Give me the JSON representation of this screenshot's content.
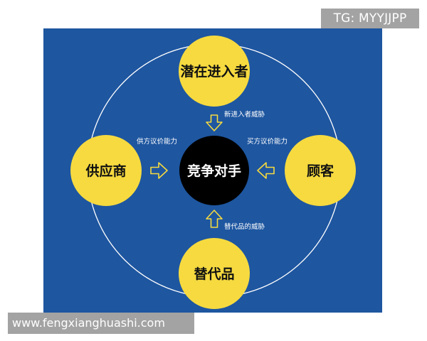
{
  "watermarks": {
    "top_right": "TG: MYYJJPP",
    "bottom_left": "www.fengxianghuashi.com"
  },
  "colors": {
    "background": "#1e56a0",
    "node_fill": "#f6da3f",
    "center_fill": "#000000",
    "ring": "#ffffff",
    "arrow_fill": "#f6da3f",
    "watermark_bg": "#a3a3a3"
  },
  "diagram": {
    "center": {
      "label": "竞争对手"
    },
    "nodes": {
      "top": {
        "label": "潜在进入者"
      },
      "left": {
        "label": "供应商"
      },
      "right": {
        "label": "顾客"
      },
      "bottom": {
        "label": "替代品"
      }
    },
    "forces": {
      "top": "新进入者威胁",
      "left": "供方议价能力",
      "right": "买方议价能力",
      "bottom": "替代品的威胁"
    }
  }
}
